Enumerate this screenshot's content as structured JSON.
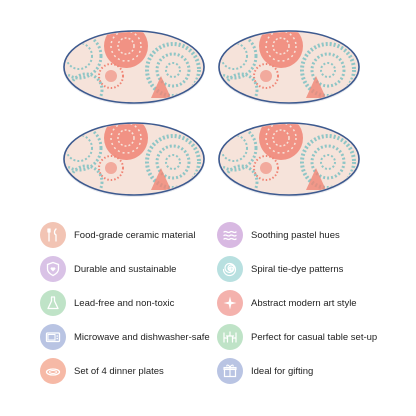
{
  "product": {
    "plate_count_shown": 4,
    "colors": {
      "plate_base": "#f6e3da",
      "coral": "#f08474",
      "teal": "#8fc6c6",
      "rim": "#3d5a8f"
    }
  },
  "features": {
    "left": [
      {
        "label": "Food-grade ceramic material",
        "icon": "utensils-icon",
        "color": "#f2c4b4"
      },
      {
        "label": "Durable and sustainable",
        "icon": "shield-heart-icon",
        "color": "#d9c2e6"
      },
      {
        "label": "Lead-free and non-toxic",
        "icon": "flask-icon",
        "color": "#bfe3c7"
      },
      {
        "label": "Microwave and dishwasher-safe",
        "icon": "microwave-icon",
        "color": "#b9c4e3"
      },
      {
        "label": "Set of 4 dinner plates",
        "icon": "plate-icon",
        "color": "#f6b9a6"
      }
    ],
    "right": [
      {
        "label": "Soothing pastel hues",
        "icon": "waves-icon",
        "color": "#d8b9e2"
      },
      {
        "label": "Spiral tie-dye patterns",
        "icon": "spiral-icon",
        "color": "#b8e0e0"
      },
      {
        "label": "Abstract modern art style",
        "icon": "sparkle-icon",
        "color": "#f4b2ad"
      },
      {
        "label": "Perfect for casual table set-up",
        "icon": "dining-table-icon",
        "color": "#bfe3c7"
      },
      {
        "label": "Ideal for gifting",
        "icon": "gift-icon",
        "color": "#b9c4e3"
      }
    ]
  }
}
